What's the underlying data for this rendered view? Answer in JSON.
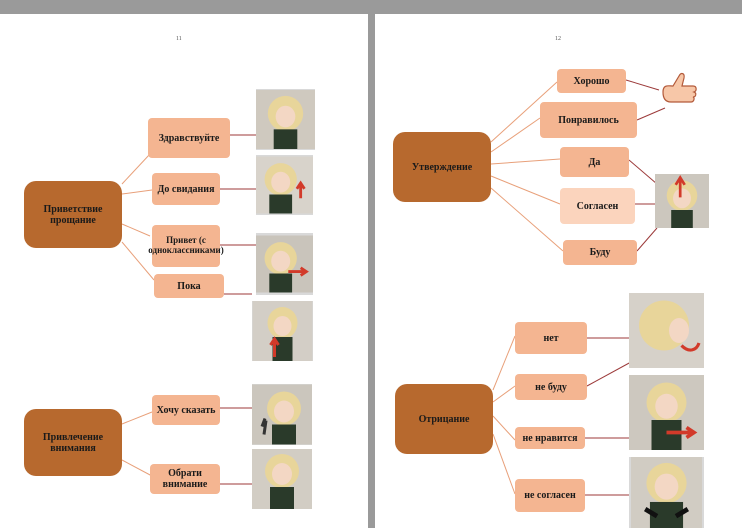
{
  "pages": [
    {
      "number": "11",
      "groups": [
        {
          "title": "Приветствие прощание",
          "items": [
            "Здравствуйте",
            "До свидания",
            "Привет (с одноклассниками)",
            "Пока"
          ]
        },
        {
          "title": "Привлечение внимания",
          "items": [
            "Хочу сказать",
            "Обрати внимание"
          ]
        }
      ]
    },
    {
      "number": "12",
      "groups": [
        {
          "title": "Утверждение",
          "items": [
            "Хорошо",
            "Понравилось",
            "Да",
            "Согласен",
            "Буду"
          ]
        },
        {
          "title": "Отрицание",
          "items": [
            "нет",
            "не буду",
            "не нравится",
            "не согласен"
          ]
        }
      ]
    }
  ],
  "colors": {
    "main_node": "#b7692e",
    "sub_node": "#f4b591",
    "sub_node_light": "#fbd4bd",
    "connector": "#e8a07a",
    "photo_connector": "#9c3a3a",
    "arrow": "#d23a2a",
    "separator": "#9a9a9a"
  },
  "icons": [
    "thumbs-up-icon",
    "doll-photo",
    "red-arrow-icon"
  ]
}
